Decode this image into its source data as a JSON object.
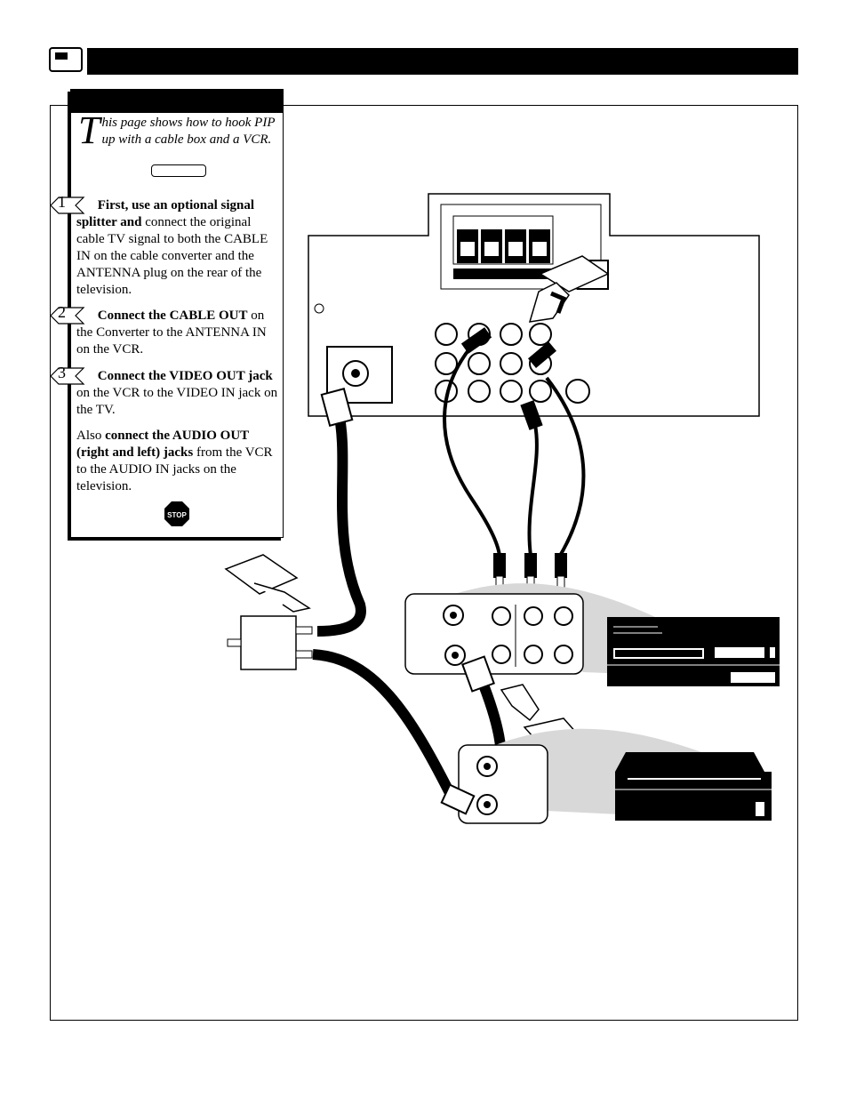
{
  "intro": {
    "dropcap": "T",
    "text": "his page shows how to hook PIP up with a cable box and a VCR."
  },
  "steps": [
    {
      "number": "1",
      "bold": "First, use an optional signal splitter and",
      "text": " connect the original cable TV signal to both the CABLE IN on the cable converter and the ANTENNA plug on the rear of the television."
    },
    {
      "number": "2",
      "bold": "Connect the CABLE OUT",
      "text": " on the Converter to the ANTENNA IN on the VCR."
    },
    {
      "number": "3",
      "bold": "Connect the VIDEO OUT jack",
      "text": " on the VCR to the VIDEO IN jack on the TV."
    }
  ],
  "also": {
    "prefix": "Also ",
    "bold": "connect the AUDIO OUT (right and left) jacks",
    "text": " from the VCR to the AUDIO IN jacks on the television."
  },
  "stop_label": "STOP"
}
